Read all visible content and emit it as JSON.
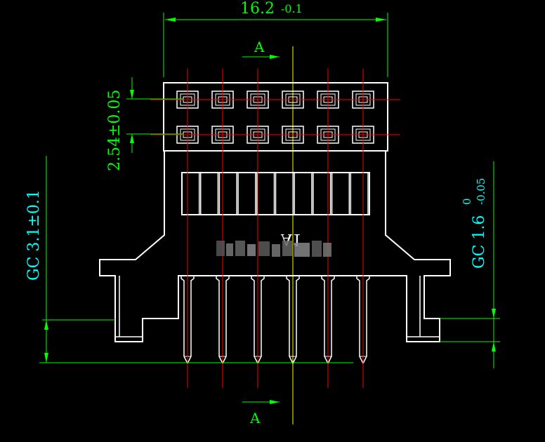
{
  "colors": {
    "background": "#000000",
    "outline": "#ffffff",
    "dimension": "#00ff00",
    "centerline": "#ff0000",
    "axis": "#ffff00",
    "annotation": "#00ffff"
  },
  "dimensions": {
    "width_label": "16.2",
    "width_tolerance": "-0.1",
    "pitch_label": "2.54±0.05",
    "left_height_label": "GC 3.1±0.1",
    "right_height_label": "GC 1.6",
    "right_tol_upper": "0",
    "right_tol_lower": "-0.05"
  },
  "section": {
    "top_label": "A",
    "bottom_label": "A"
  },
  "part_marking": "A1",
  "grid": {
    "pin_count": 6,
    "rows": 2
  }
}
